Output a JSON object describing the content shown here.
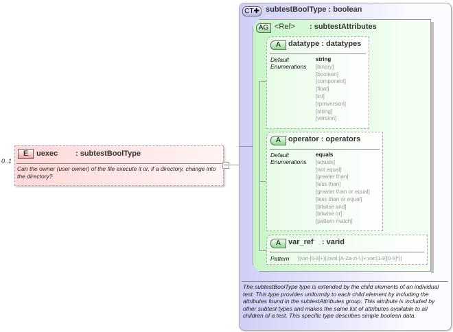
{
  "element": {
    "occurrence": "0..1",
    "badge": "E",
    "name": "uexec",
    "type": ": subtestBoolType",
    "description": "Can the owner (user owner) of the file execute it or, if a directory, change into the directory?"
  },
  "complex_type": {
    "badge": "CT",
    "title": "subtestBoolType : boolean",
    "description": "The subtestBoolType type is extended by the child elements of an individual test.  This type provides uniformity to each child element by including the attributes found in the subtestAttributes group.  This attribute is included by other subtest types and makes the same list of attributes available to all children of a test.  This specific type describes simple boolean data."
  },
  "attribute_group": {
    "badge": "AG",
    "ref": "<Ref>",
    "name": ": subtestAttributes"
  },
  "attributes": [
    {
      "badge": "A",
      "title": "datatype : datatypes",
      "default_label": "Default",
      "enum_label": "Enumerations",
      "default": "string",
      "enumerations": [
        "[binary]",
        "[boolean]",
        "[component]",
        "[float]",
        "[int]",
        "[rpmversion]",
        "[string]",
        "[version]"
      ]
    },
    {
      "badge": "A",
      "title": "operator : operators",
      "default_label": "Default",
      "enum_label": "Enumerations",
      "default": "equals",
      "enumerations": [
        "[equals]",
        "[not equal]",
        "[greater than]",
        "[less than]",
        "[greater than or equal]",
        "[less than or equal]",
        "[bitwise and]",
        "[bitwise or]",
        "[pattern match]"
      ]
    },
    {
      "badge": "A",
      "title": "var_ref    : varid",
      "pattern_label": "Pattern",
      "pattern": "[(var-[0-9]+)|(oval:[A-Za-z\\-\\.]+:var:[1-9][0-9]*)]"
    }
  ],
  "colors": {
    "element": "#ffd8d8",
    "complex_type": "#cfcff7",
    "attribute_group": "#c8f5c8"
  }
}
